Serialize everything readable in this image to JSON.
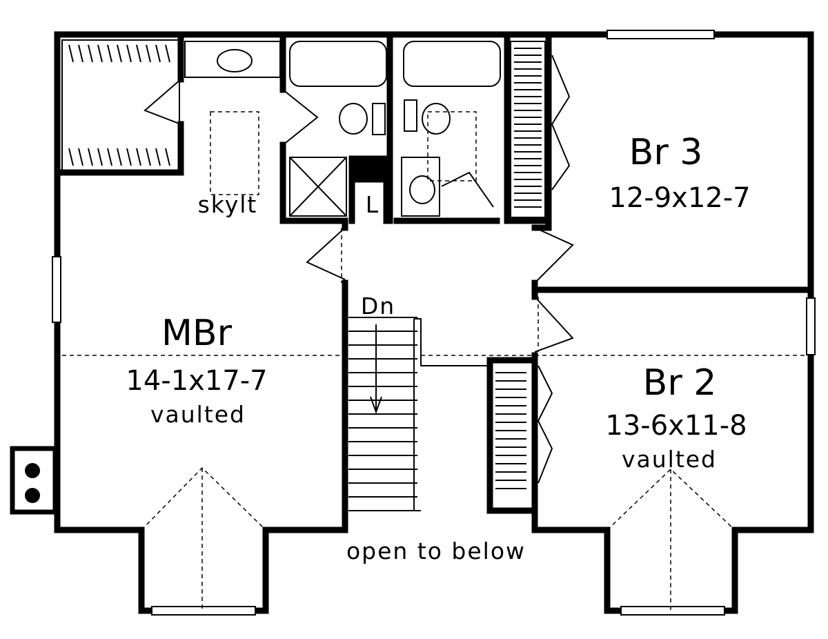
{
  "title": "Second floor plan",
  "rooms": {
    "br3": {
      "name": "Br 3",
      "size": "12-9x12-7"
    },
    "mbr": {
      "name": "MBr",
      "size": "14-1x17-7",
      "note": "vaulted"
    },
    "br2": {
      "name": "Br 2",
      "size": "13-6x11-8",
      "note": "vaulted"
    }
  },
  "labels": {
    "skylight": "skylt",
    "linen": "L",
    "stairs_down": "Dn",
    "open": "open to below"
  }
}
